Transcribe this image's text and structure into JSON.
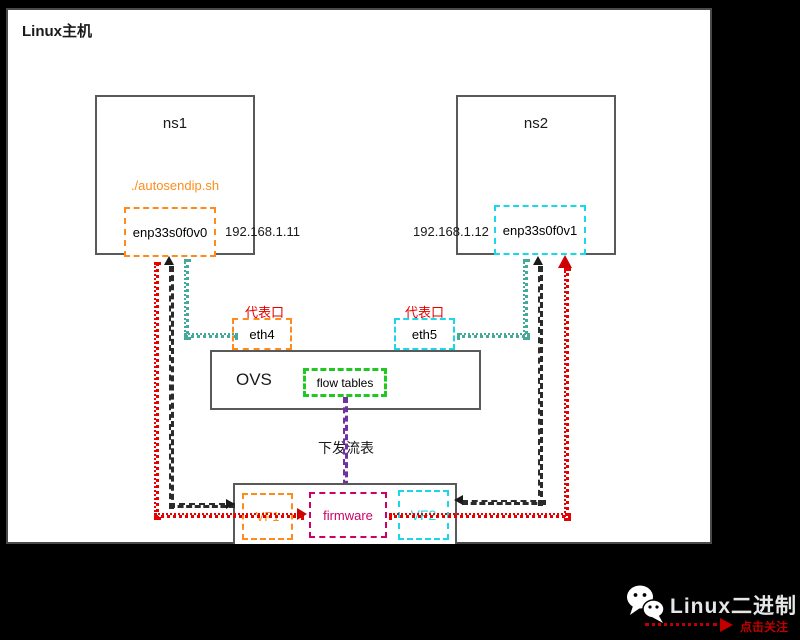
{
  "host": {
    "label": "Linux主机"
  },
  "ns1": {
    "title": "ns1",
    "script": "./autosendip.sh",
    "iface": "enp33s0f0v0",
    "ip": "192.168.1.11"
  },
  "ns2": {
    "title": "ns2",
    "iface": "enp33s0f0v1",
    "ip": "192.168.1.12"
  },
  "ovs": {
    "title": "OVS",
    "flow_tables": "flow tables",
    "rep_left": "代表口",
    "rep_right": "代表口",
    "eth4": "eth4",
    "eth5": "eth5"
  },
  "flow_push": {
    "label": "下发流表"
  },
  "nic": {
    "vf1": "VF1",
    "firmware": "firmware",
    "vf2": "VF2"
  },
  "footer": {
    "brand": "Linux二进制",
    "follow": "点击关注",
    "icon": "wechat-icon"
  },
  "colors": {
    "orange": "#ff8c1a",
    "cyan": "#18d8ea",
    "teal_dotted": "#44a89b",
    "red_dotted": "#e60000",
    "red_label": "#e60000",
    "magenta": "#cc0066",
    "green": "#22c822",
    "purple": "#7030a0",
    "black_dashed": "#2b2b2b",
    "brand_red": "#c00000"
  }
}
